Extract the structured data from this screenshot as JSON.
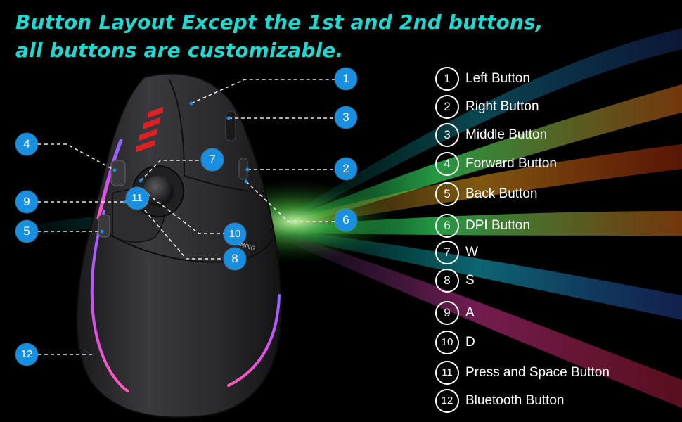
{
  "headline": {
    "line1": "Button Layout Except the 1st and 2nd buttons,",
    "line2": "all buttons are customizable."
  },
  "colors": {
    "headline": "#1ed9d2",
    "callout_fill": "#1a8fe0",
    "legend_text": "#ffffff",
    "background": "#000000"
  },
  "mouse": {
    "side_print": "GAMING"
  },
  "callouts": [
    "1",
    "2",
    "3",
    "4",
    "5",
    "6",
    "7",
    "8",
    "9",
    "10",
    "11",
    "12"
  ],
  "legend": [
    {
      "num": "1",
      "label": "Left Button"
    },
    {
      "num": "2",
      "label": "Right Button"
    },
    {
      "num": "3",
      "label": "Middle Button"
    },
    {
      "num": "4",
      "label": "Forward Button"
    },
    {
      "num": "5",
      "label": "Back Button"
    },
    {
      "num": "6",
      "label": "DPI Button"
    },
    {
      "num": "7",
      "label": "W"
    },
    {
      "num": "8",
      "label": "S"
    },
    {
      "num": "9",
      "label": "A"
    },
    {
      "num": "10",
      "label": "D"
    },
    {
      "num": "11",
      "label": "Press and Space Button"
    },
    {
      "num": "12",
      "label": "Bluetooth Button"
    }
  ]
}
